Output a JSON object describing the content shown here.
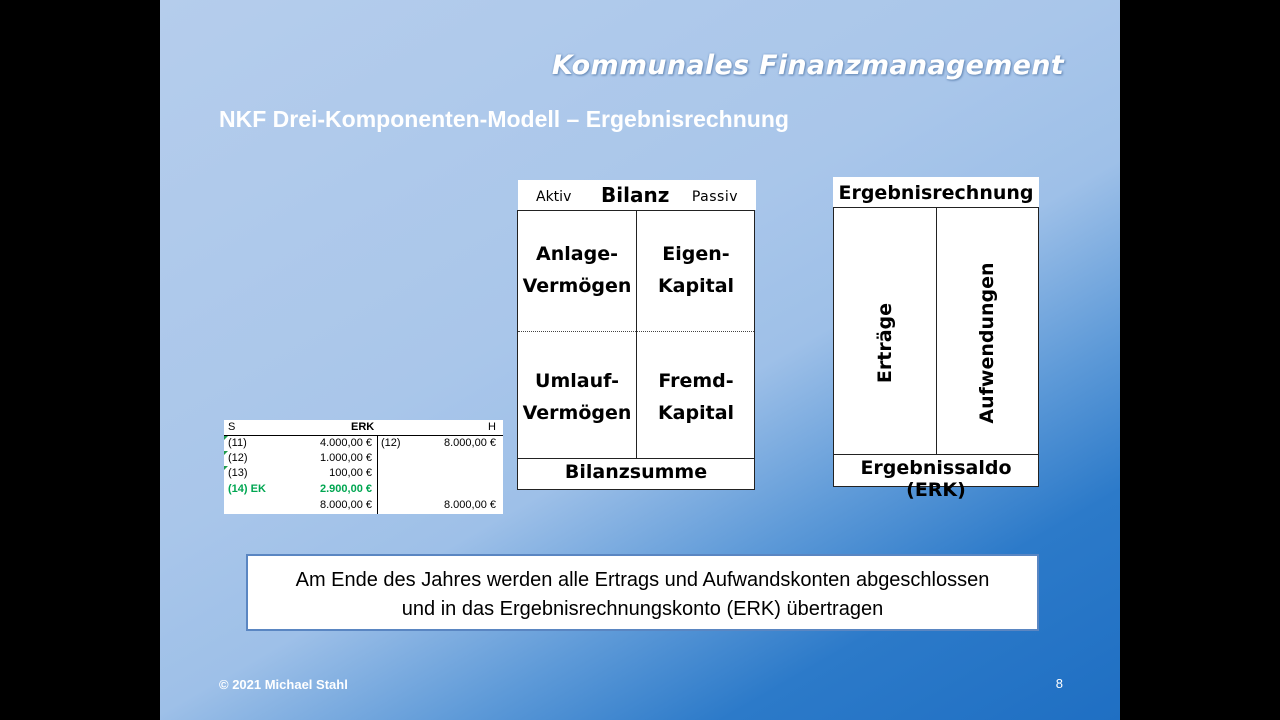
{
  "slide": {
    "brand_title": "Kommunales Finanzmanagement",
    "subtitle": "NKF Drei-Komponenten-Modell – Ergebnisrechnung",
    "footer": "© 2021 Michael Stahl",
    "page_number": "8"
  },
  "bilanz": {
    "left_label": "Aktiv",
    "title": "Bilanz",
    "right_label": "Passiv",
    "cells": {
      "top_left": [
        "Anlage-",
        "Vermögen"
      ],
      "top_right": [
        "Eigen-",
        "Kapital"
      ],
      "bottom_left": [
        "Umlauf-",
        "Vermögen"
      ],
      "bottom_right": [
        "Fremd-",
        "Kapital"
      ]
    },
    "sum_label": "Bilanzsumme"
  },
  "ergebnisrechnung": {
    "title": "Ergebnisrechnung",
    "left_label": "Erträge",
    "right_label": "Aufwendungen",
    "saldo_label": "Ergebnissaldo (ERK)"
  },
  "erk_account": {
    "debit_label": "S",
    "title": "ERK",
    "credit_label": "H",
    "debit_rows": [
      {
        "ref": "(11)",
        "amount": "4.000,00 €"
      },
      {
        "ref": "(12)",
        "amount": "1.000,00 €"
      },
      {
        "ref": "(13)",
        "amount": "100,00 €"
      },
      {
        "ref": "(14) EK",
        "amount": "2.900,00 €"
      }
    ],
    "credit_rows": [
      {
        "ref": "(12)",
        "amount": "8.000,00 €"
      }
    ],
    "debit_total": "8.000,00 €",
    "credit_total": "8.000,00 €",
    "highlight_color": "#00a651"
  },
  "note": {
    "line1": "Am Ende des Jahres werden alle Ertrags und Aufwandskonten abgeschlossen",
    "line2": "und in das Ergebnisrechnungskonto (ERK) übertragen"
  }
}
